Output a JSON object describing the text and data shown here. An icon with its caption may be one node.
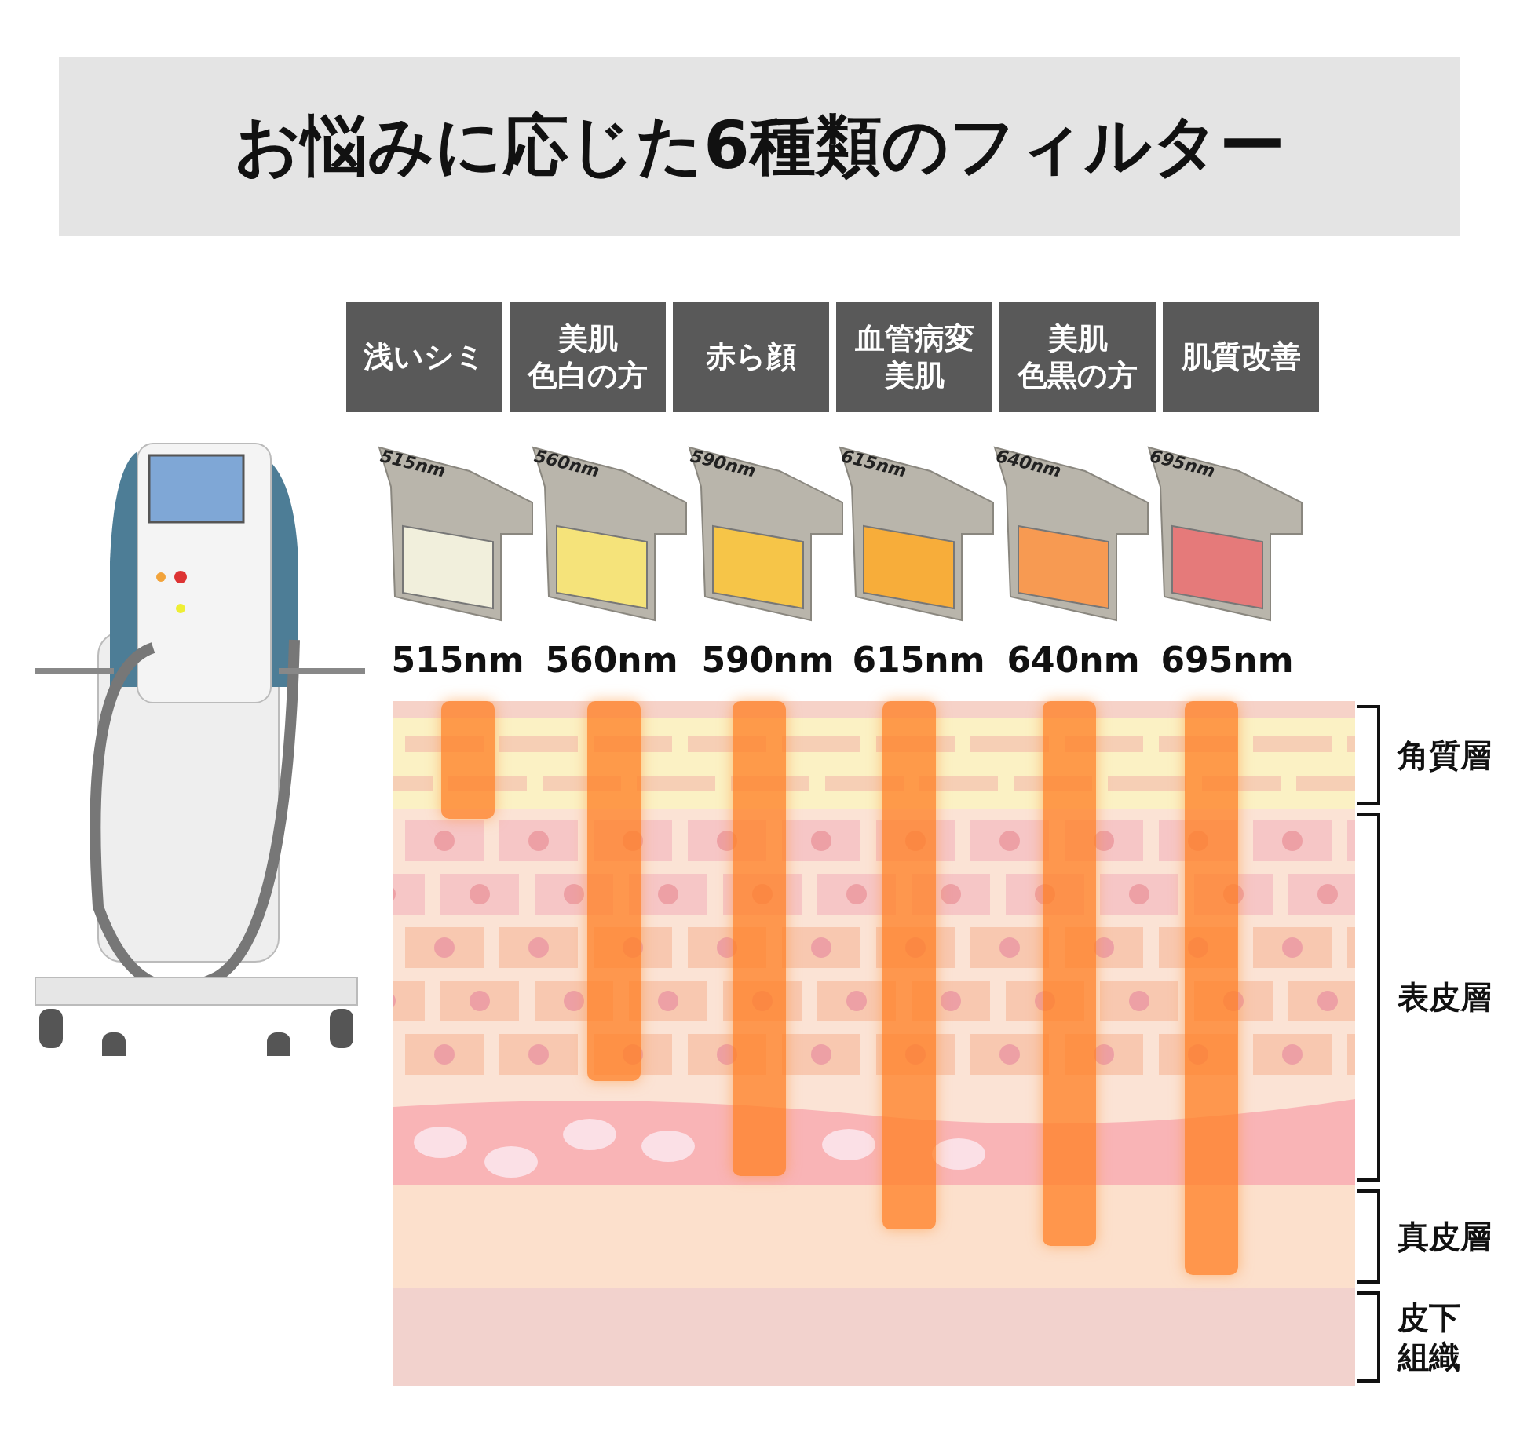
{
  "diagram": {
    "title": "お悩みに応じた6種類のフィルター",
    "nodes": [
      {
        "text": [
          "浅いシミ"
        ]
      },
      {
        "text": [
          "美肌",
          "色白の方"
        ]
      },
      {
        "text": [
          "赤ら顔"
        ]
      },
      {
        "text": [
          "血管病変",
          "美肌"
        ]
      },
      {
        "text": [
          "美肌",
          "色黒の方"
        ]
      },
      {
        "text": [
          "肌質改善"
        ]
      },
      {
        "text": [],
        "shape": "picture"
      },
      {
        "text": [
          "515nm"
        ],
        "beside": [
          "515nm"
        ]
      },
      {
        "text": [
          "560nm"
        ],
        "beside": [
          "560nm"
        ]
      },
      {
        "text": [
          "590nm"
        ],
        "beside": [
          "590nm"
        ]
      },
      {
        "text": [
          "615nm"
        ],
        "beside": [
          "615nm"
        ]
      },
      {
        "text": [
          "640nm"
        ],
        "beside": [
          "640nm"
        ]
      },
      {
        "text": [
          "695nm"
        ],
        "beside": [
          "695nm"
        ]
      },
      {
        "text": [],
        "shape": "band",
        "beside": [
          "角質層"
        ]
      },
      {
        "text": [],
        "shape": "band",
        "beside": [
          "表皮層"
        ]
      },
      {
        "text": [],
        "shape": "band",
        "beside": [
          "真皮層"
        ]
      },
      {
        "text": [],
        "shape": "band",
        "beside": [
          "皮下組織"
        ]
      },
      {
        "text": [],
        "shape": "bar"
      },
      {
        "text": [],
        "shape": "bar"
      },
      {
        "text": [],
        "shape": "bar"
      },
      {
        "text": [],
        "shape": "bar"
      },
      {
        "text": [],
        "shape": "bar"
      },
      {
        "text": [],
        "shape": "bar"
      }
    ]
  }
}
